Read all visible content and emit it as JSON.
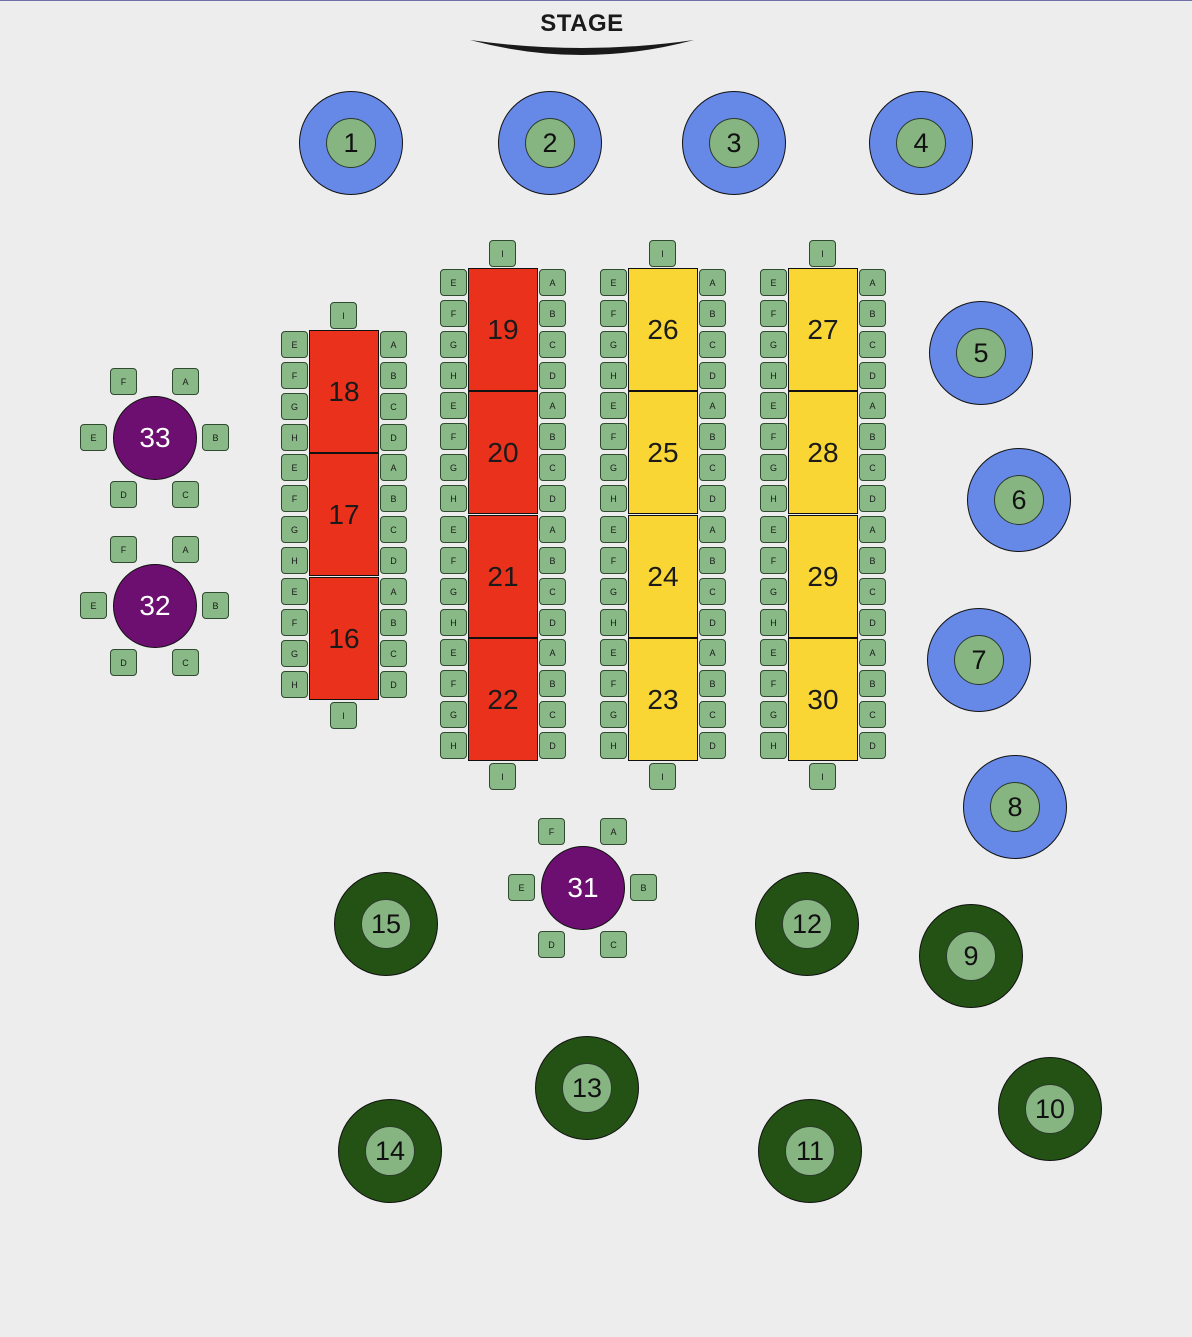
{
  "stage": {
    "label": "STAGE"
  },
  "colors": {
    "blue_table": "#6688e6",
    "green_table": "#235214",
    "red_table": "#ea311c",
    "yellow_table": "#f9d634",
    "purple_table": "#6c0f70",
    "seat": "#89b987"
  },
  "round_tables_blue": [
    "1",
    "2",
    "3",
    "4",
    "5",
    "6",
    "7",
    "8"
  ],
  "round_tables_green": [
    "9",
    "10",
    "11",
    "12",
    "13",
    "14",
    "15"
  ],
  "rect_tables_red": [
    "16",
    "17",
    "18",
    "19",
    "20",
    "21",
    "22"
  ],
  "rect_tables_yellow": [
    "23",
    "24",
    "25",
    "26",
    "27",
    "28",
    "29",
    "30"
  ],
  "purple_tables": [
    "31",
    "32",
    "33"
  ],
  "seat_labels": {
    "right_side": [
      "A",
      "B",
      "C",
      "D"
    ],
    "left_side": [
      "E",
      "F",
      "G",
      "H"
    ],
    "end": "I",
    "round": [
      "A",
      "B",
      "C",
      "D",
      "E",
      "F"
    ]
  }
}
